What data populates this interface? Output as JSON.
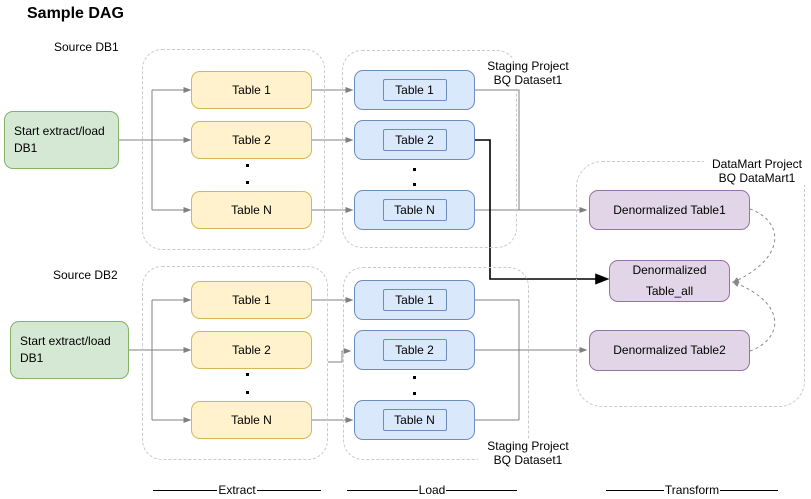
{
  "title": "Sample DAG",
  "db1": {
    "source_label": "Source DB1",
    "start_label": "Start extract/load DB1",
    "extract_tables": [
      "Table 1",
      "Table 2",
      "Table N"
    ],
    "load_tables": [
      "Table 1",
      "Table 2",
      "Table N"
    ],
    "staging_line1": "Staging Project",
    "staging_line2": "BQ Dataset1"
  },
  "db2": {
    "source_label": "Source DB2",
    "start_label": "Start extract/load DB1",
    "extract_tables": [
      "Table 1",
      "Table 2",
      "Table N"
    ],
    "load_tables": [
      "Table 1",
      "Table 2",
      "Table N"
    ],
    "staging_line1": "Staging Project",
    "staging_line2": "BQ Dataset1"
  },
  "datamart": {
    "label_line1": "DataMart Project",
    "label_line2": "BQ DataMart1",
    "table1": "Denormalized Table1",
    "table_all": "Denormalized Table_all",
    "table2": "Denormalized Table2"
  },
  "phases": {
    "extract": "Extract",
    "load": "Load",
    "transform": "Transform"
  },
  "colors": {
    "start_node_fill": "#d5e8d4",
    "start_node_border": "#82b366",
    "extract_table_fill": "#fff2cc",
    "extract_table_border": "#d6b656",
    "load_table_fill": "#dae8fc",
    "load_table_border": "#6c8ebf",
    "datamart_table_fill": "#e1d5e7",
    "datamart_table_border": "#9673a6",
    "connector_gray": "#808080",
    "connector_black": "#000000",
    "container_border": "#c9c9c9"
  }
}
